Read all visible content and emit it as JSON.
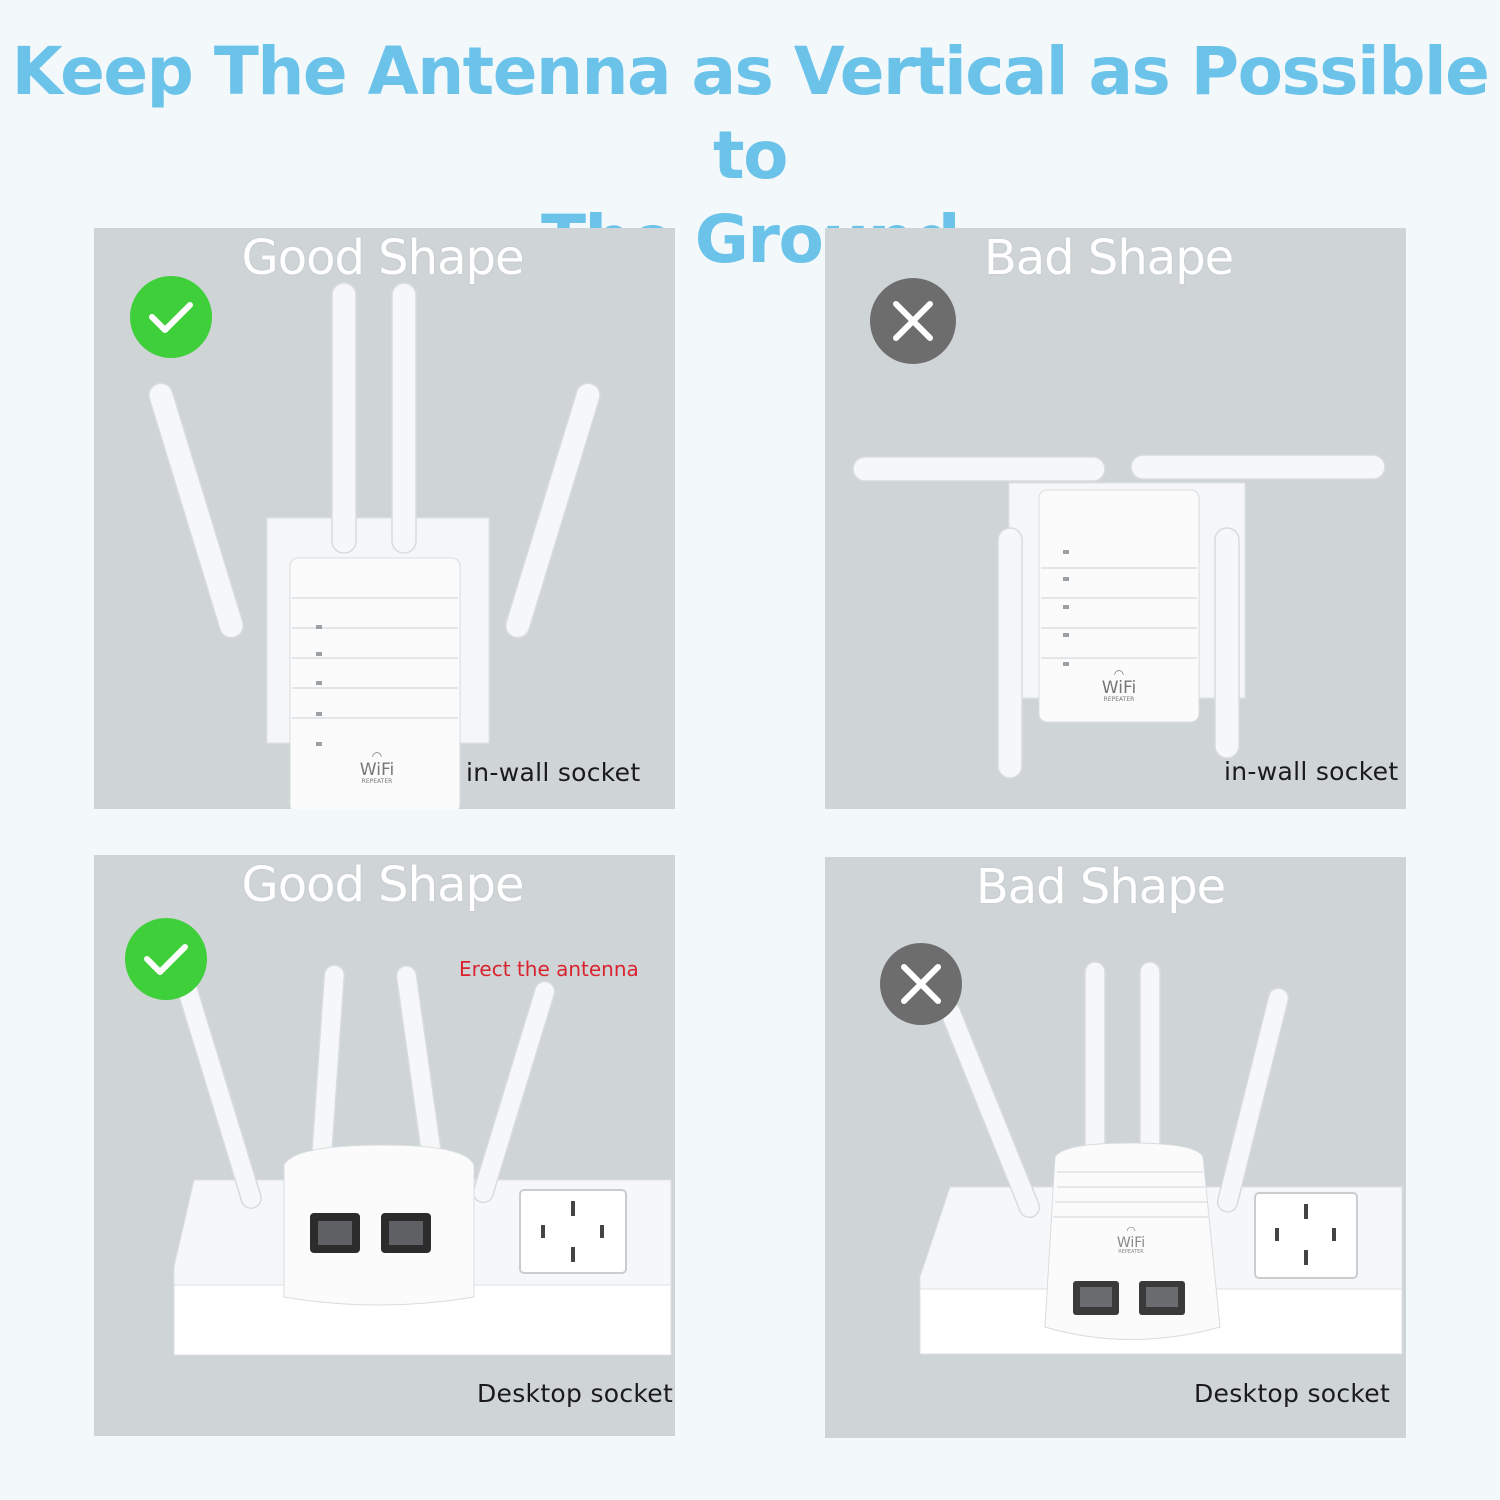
{
  "title": {
    "line1": "Keep The Antenna as Vertical as Possible to",
    "line2": "The Ground"
  },
  "panels": [
    {
      "heading": "Good Shape",
      "caption": "in-wall socket",
      "status_icon": "check-icon",
      "status_color": "#3ecf3a"
    },
    {
      "heading": "Bad Shape",
      "caption": "in-wall socket",
      "status_icon": "close-icon",
      "status_color": "#6d6d6d"
    },
    {
      "heading": "Good Shape",
      "caption": "Desktop socket",
      "note": "Erect the antenna",
      "status_icon": "check-icon",
      "status_color": "#3ecf3a"
    },
    {
      "heading": "Bad Shape",
      "caption": "Desktop socket",
      "status_icon": "close-icon",
      "status_color": "#6d6d6d"
    }
  ],
  "device": {
    "brand_label": "WiFi",
    "sub_label": "REPEATER"
  },
  "colors": {
    "title": "#6cc3ea",
    "panel_bg": "#cfd4d6",
    "note": "#d9232f"
  }
}
